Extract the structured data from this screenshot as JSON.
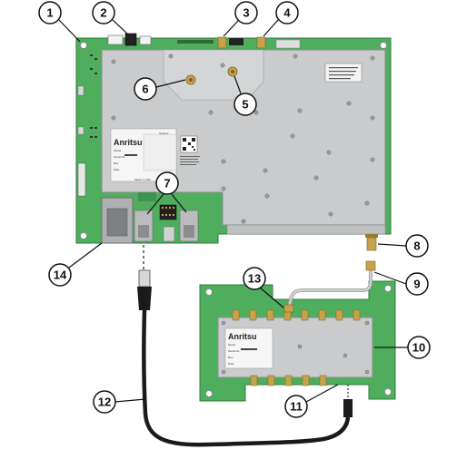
{
  "brand": {
    "main_board": "Anritsu",
    "sub_board": "Anritsu"
  },
  "main_board_labels": {
    "model": "Model",
    "serial": "Serial No.",
    "rev": "Rev.",
    "date": "Date",
    "origin": "Made in USA",
    "options": "Options"
  },
  "sub_board_labels": {
    "model": "Model",
    "serial": "Serial No.",
    "rev": "Rev.",
    "date": "Date"
  },
  "callouts": [
    {
      "num": "1"
    },
    {
      "num": "2"
    },
    {
      "num": "3"
    },
    {
      "num": "4"
    },
    {
      "num": "5"
    },
    {
      "num": "6"
    },
    {
      "num": "7"
    },
    {
      "num": "8"
    },
    {
      "num": "9"
    },
    {
      "num": "10"
    },
    {
      "num": "11"
    },
    {
      "num": "12"
    },
    {
      "num": "13"
    },
    {
      "num": "14"
    }
  ],
  "colors": {
    "pcb_green": "#4fae5e",
    "shield_gray": "#c9cbcc",
    "gold": "#c7a24a",
    "cable_black": "#1a1a1a"
  }
}
